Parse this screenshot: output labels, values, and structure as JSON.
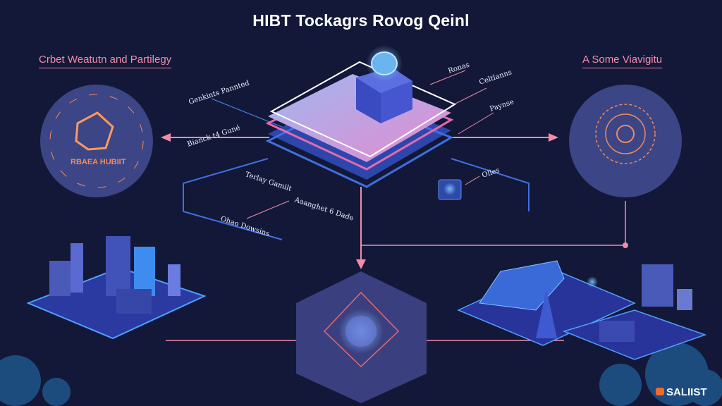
{
  "title": "HIBT Tockagrs Rovog Qeinl",
  "left_section": {
    "heading": "Crbet Weatutn and Partilegy",
    "circle_label": "RBAEA HUBIIT"
  },
  "right_section": {
    "heading": "A Some Viavigitu"
  },
  "labels": {
    "l1": "Genkints Pannted",
    "l2": "Bianck t4 Guné",
    "l3": "Terlay Gamilt",
    "l4": "Aaanghet 6 Dade",
    "l5": "Ohao Dowsins",
    "r1": "Ronas",
    "r2": "Celtlanns",
    "r3": "Paynse",
    "r4": "Olles"
  },
  "brand": {
    "name": "SALIIST"
  },
  "colors": {
    "background": "#131838",
    "accent_pink": "#f28cab",
    "accent_blue": "#3f6fe0",
    "orange": "#f08a5d"
  }
}
